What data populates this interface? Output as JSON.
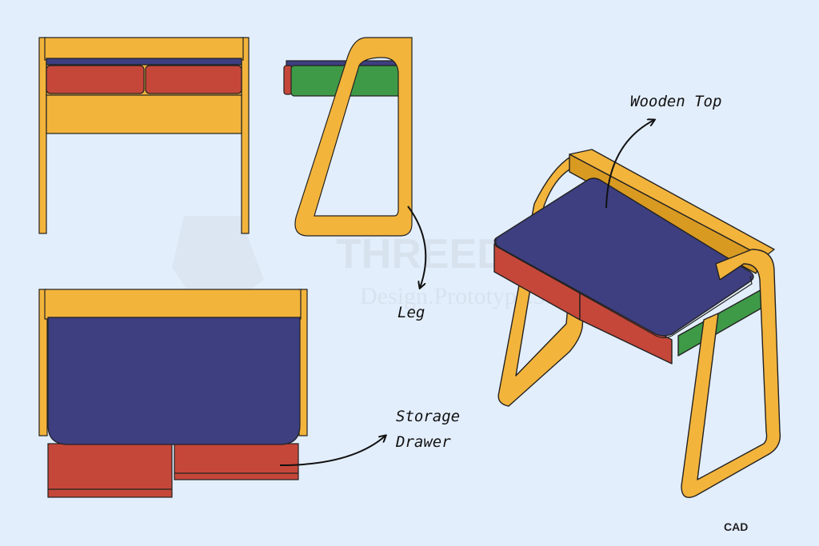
{
  "colors": {
    "background": "#e3eefc",
    "wood": "#f3b43c",
    "wood_dark": "#d99a22",
    "top": "#3d3f80",
    "drawer": "#c5473a",
    "side_panel": "#3f9a47",
    "outline": "#222222"
  },
  "labels": {
    "wooden_top": "Wooden Top",
    "leg": "Leg",
    "storage_line1": "Storage",
    "storage_line2": "Drawer",
    "cad": "CAD"
  },
  "watermark": {
    "brand": "THREEDESIGN",
    "tagline": "Design.Prototype.3D"
  }
}
